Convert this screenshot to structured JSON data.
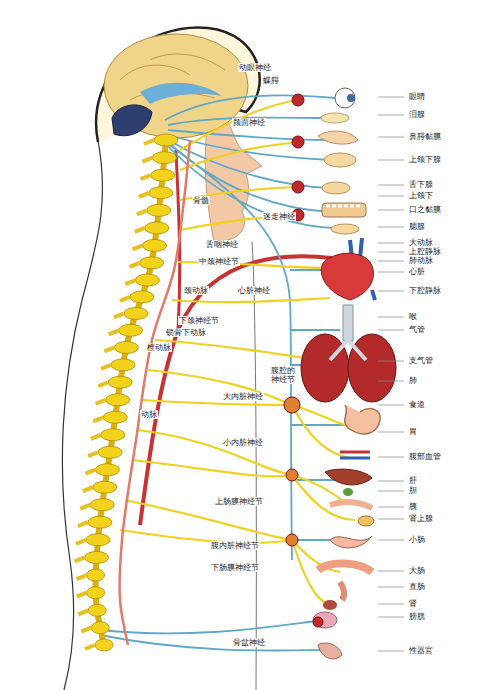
{
  "diagram": {
    "labels": [
      "动眼神经",
      "蝶腭",
      "颜面神经",
      "骨髓",
      "舌咽神经",
      "迷走神经",
      "中颈神经节",
      "颈动脉",
      "心脏神经",
      "下颈神经节",
      "锁骨下动脉",
      "椎动脉",
      "腹腔的神经节",
      "大内脏神经",
      "动脉",
      "小内脏神经",
      "上肠膜神经节",
      "腹内脏神经节",
      "下肠膜神经节",
      "骨盆神经",
      "眼睛",
      "泪腺",
      "鼻腭黏膜",
      "上颌下腺",
      "舌下腺",
      "上颌下",
      "口之黏膜",
      "腮腺",
      "大动脉",
      "上腔静脉",
      "肺动脉",
      "心脏",
      "下腔静脉",
      "喉",
      "气管",
      "支气管",
      "肺",
      "食道",
      "胃",
      "腹部血管",
      "肝",
      "胆",
      "胰",
      "肾上腺",
      "小肠",
      "大肠",
      "直肠",
      "肾",
      "膀胱",
      "性器官"
    ]
  }
}
